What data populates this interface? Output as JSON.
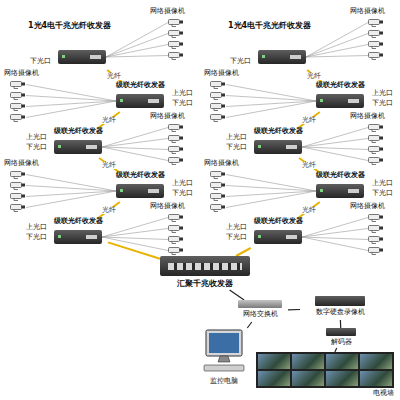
{
  "diagram": {
    "nodes": [
      {
        "text": [
          "1光4电千兆光纤收发器"
        ]
      },
      {
        "text": [
          "级联光纤收发器"
        ]
      },
      {
        "text": [
          "级联光纤收发器"
        ]
      },
      {
        "text": [
          "级联光纤收发器"
        ]
      },
      {
        "text": [
          "级联光纤收发器"
        ]
      },
      {
        "text": [
          "1光4电千兆光纤收发器"
        ]
      },
      {
        "text": [
          "级联光纤收发器"
        ]
      },
      {
        "text": [
          "级联光纤收发器"
        ]
      },
      {
        "text": [
          "级联光纤收发器"
        ]
      },
      {
        "text": [
          "级联光纤收发器"
        ]
      },
      {
        "text": [
          "汇聚千兆收发器"
        ]
      },
      {
        "text": [
          "网络交换机"
        ]
      },
      {
        "text": [
          "数字硬盘录像机"
        ]
      },
      {
        "text": [
          "解码器"
        ]
      },
      {
        "text": [
          "监控电脑"
        ]
      },
      {
        "text": [
          "电视墙"
        ]
      }
    ],
    "edges": [
      {
        "from": 0,
        "to": 1,
        "arrow": "none",
        "label": "光纤"
      },
      {
        "from": 1,
        "to": 2,
        "arrow": "none",
        "label": "光纤"
      },
      {
        "from": 2,
        "to": 3,
        "arrow": "none",
        "label": "光纤"
      },
      {
        "from": 3,
        "to": 4,
        "arrow": "none",
        "label": "光纤"
      },
      {
        "from": 5,
        "to": 6,
        "arrow": "none",
        "label": "光纤"
      },
      {
        "from": 6,
        "to": 7,
        "arrow": "none",
        "label": "光纤"
      },
      {
        "from": 7,
        "to": 8,
        "arrow": "none",
        "label": "光纤"
      },
      {
        "from": 8,
        "to": 9,
        "arrow": "none",
        "label": "光纤"
      },
      {
        "from": 4,
        "to": 10,
        "arrow": "none"
      },
      {
        "from": 9,
        "to": 10,
        "arrow": "none"
      },
      {
        "from": 10,
        "to": 11,
        "arrow": "none"
      },
      {
        "from": 11,
        "to": 12,
        "arrow": "none"
      },
      {
        "from": 11,
        "to": 14,
        "arrow": "none"
      },
      {
        "from": 12,
        "to": 13,
        "arrow": "none"
      },
      {
        "from": 13,
        "to": 15,
        "arrow": "none"
      }
    ],
    "labels": [
      "网络摄像机",
      "下光口",
      "网络摄像机",
      "上光口",
      "下光口",
      "网络摄像机",
      "上光口",
      "下光口",
      "网络摄像机",
      "上光口",
      "下光口",
      "网络摄像机",
      "上光口",
      "下光口",
      "网络摄像机",
      "下光口",
      "网络摄像机",
      "上光口",
      "下光口",
      "网络摄像机",
      "上光口",
      "下光口",
      "网络摄像机",
      "上光口",
      "下光口",
      "网络摄像机",
      "上光口",
      "下光口"
    ]
  }
}
